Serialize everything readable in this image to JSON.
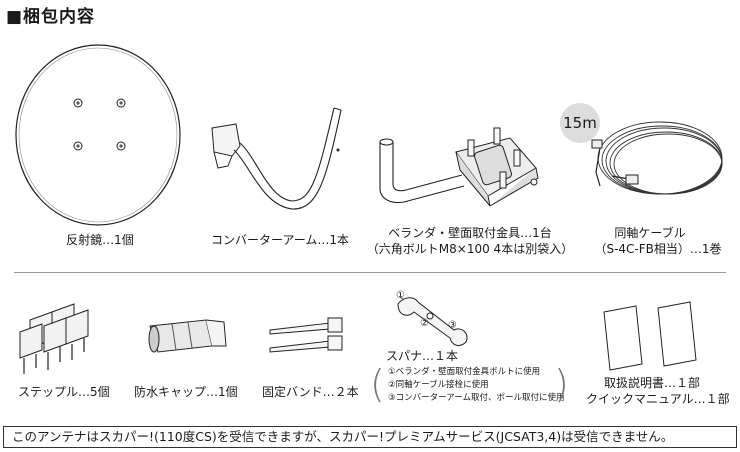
{
  "title": "■梱包内容",
  "items": {
    "reflector": "反射鏡…1個",
    "converter_arm": "コンバーターアーム…1本",
    "bracket_line1": "ベランダ・壁面取付金具…1台",
    "bracket_line2": "（六角ボルトM8×100 4本は別袋入）",
    "coax_line1": "同軸ケーブル",
    "coax_line2": "（S-4C-FB相当）…1巻",
    "cable_length_badge": "15m",
    "staple": "ステップル…5個",
    "waterproof_cap": "防水キャップ…1個",
    "fixing_band": "固定バンド…２本",
    "spanner": "スパナ…１本",
    "spanner_notes": [
      "①ベランダ・壁面取付金具ボルトに使用",
      "②同軸ケーブル接栓に使用",
      "③コンバーターアーム取付、ポール取付に使用"
    ],
    "spanner_markers": [
      "①",
      "②",
      "③"
    ],
    "manual_line1": "取扱説明書…１部",
    "manual_line2": "クイックマニュアル…１部"
  },
  "notice": "このアンテナはスカパー!(110度CS)を受信できますが、スカパー!プレミアムサービス(JCSAT3,4)は受信できません。"
}
